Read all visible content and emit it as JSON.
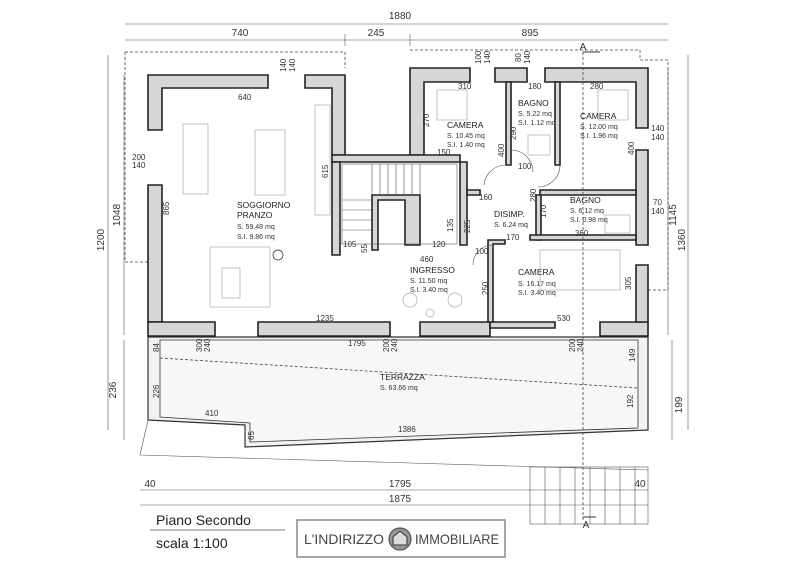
{
  "plan": {
    "title": "Piano Secondo",
    "scale": "scala 1:100",
    "section_mark": "A",
    "logo": {
      "left": "L'INDIRIZZO",
      "right": "IMMOBILIARE"
    }
  },
  "overall_dims": {
    "top_total": "1880",
    "top_left": "740",
    "top_mid": "245",
    "top_right": "895",
    "left_outer": "1200",
    "left_inner": "1048",
    "left_terrace": "236",
    "right_inner": "1145",
    "right_outer": "1360",
    "right_terrace": "199",
    "bottom_left": "40",
    "bottom_mid": "1795",
    "bottom_right": "40",
    "bottom_total": "1875"
  },
  "rooms": [
    {
      "name": "SOGGIORNO",
      "name2": "PRANZO",
      "s": "S. 59.48 mq",
      "si": "S.I. 9.86 mq"
    },
    {
      "name": "CAMERA",
      "s": "S. 10.45 mq",
      "si": "S.I. 1.40 mq"
    },
    {
      "name": "BAGNO",
      "s": "S. 5.22 mq",
      "si": "S.I. 1.12 mq"
    },
    {
      "name": "CAMERA",
      "s": "S. 12.00 mq",
      "si": "S.I. 1.96 mq"
    },
    {
      "name": "BAGNO",
      "s": "S. 6.12 mq",
      "si": "S.I. 0.98 mq"
    },
    {
      "name": "DISIMP.",
      "s": "S. 6.24 mq"
    },
    {
      "name": "INGRESSO",
      "s": "S. 11.50 mq",
      "si": "S.I. 3.40 mq"
    },
    {
      "name": "CAMERA",
      "s": "S. 16.17 mq",
      "si": "S.I. 3.40 mq"
    },
    {
      "name": "TERRAZZA",
      "s": "S. 63.66 mq"
    }
  ],
  "dims": [
    "640",
    "140",
    "140",
    "200",
    "140",
    "865",
    "615",
    "105",
    "55",
    "460",
    "135",
    "120",
    "225",
    "100",
    "160",
    "170",
    "280",
    "170",
    "100",
    "310",
    "180",
    "280",
    "270",
    "150",
    "290",
    "400",
    "400",
    "140",
    "140",
    "70",
    "140",
    "360",
    "305",
    "250",
    "530",
    "1235",
    "100",
    "140",
    "80",
    "140",
    "1795",
    "300",
    "240",
    "200",
    "240",
    "200",
    "240",
    "84",
    "149",
    "226",
    "192",
    "410",
    "65",
    "1386"
  ]
}
